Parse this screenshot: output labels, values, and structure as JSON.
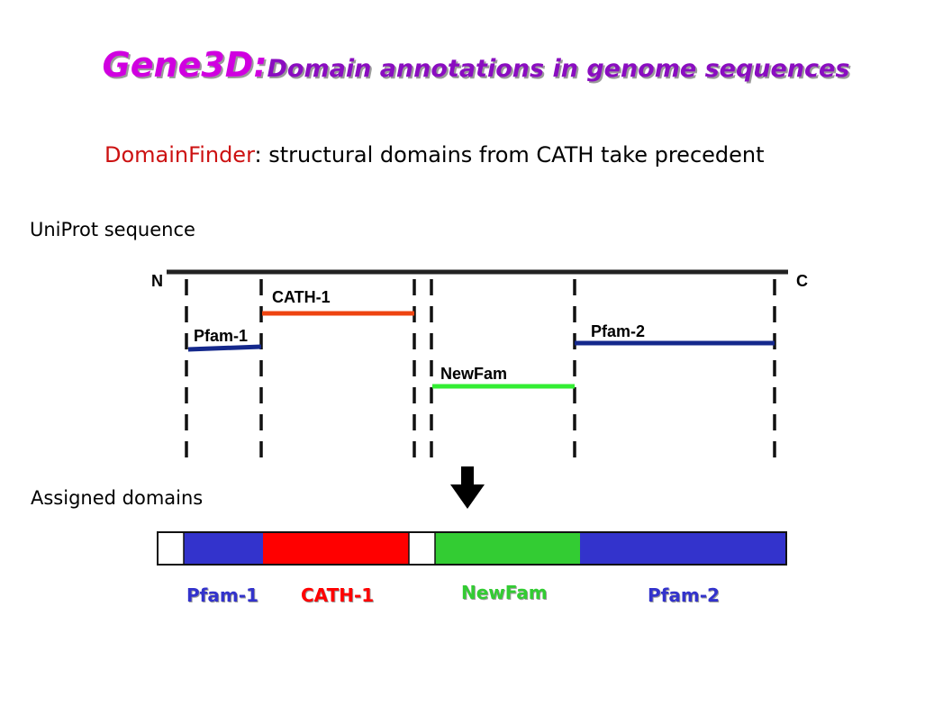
{
  "title": {
    "prefix": "Gene3D:",
    "rest": "Domain annotations in genome sequences"
  },
  "subtitle": {
    "highlight": "DomainFinder",
    "rest": ": structural domains from CATH take precedent"
  },
  "sequence_section": {
    "label": "UniProt sequence",
    "n_terminus": "N",
    "c_terminus": "C",
    "hits": [
      {
        "id": "pfam1",
        "label": "Pfam-1",
        "color": "#14288c"
      },
      {
        "id": "cath1",
        "label": "CATH-1",
        "color": "#ee4411"
      },
      {
        "id": "newfam",
        "label": "NewFam",
        "color": "#33ee33"
      },
      {
        "id": "pfam2",
        "label": "Pfam-2",
        "color": "#14288c"
      }
    ]
  },
  "assigned_section": {
    "label": "Assigned domains",
    "arrow_icon": "down-arrow-icon",
    "segments": [
      {
        "id": "gap1",
        "color": "#ffffff"
      },
      {
        "id": "pfam1",
        "label": "Pfam-1",
        "color": "#3333cc",
        "label_color": "#3333cc"
      },
      {
        "id": "cath1",
        "label": "CATH-1",
        "color": "#ff0000",
        "label_color": "#ff0000"
      },
      {
        "id": "gap2",
        "color": "#ffffff"
      },
      {
        "id": "newfam",
        "label": "NewFam",
        "color": "#33cc33",
        "label_color": "#33cc33"
      },
      {
        "id": "pfam2",
        "label": "Pfam-2",
        "color": "#3333cc",
        "label_color": "#3333cc"
      }
    ]
  }
}
